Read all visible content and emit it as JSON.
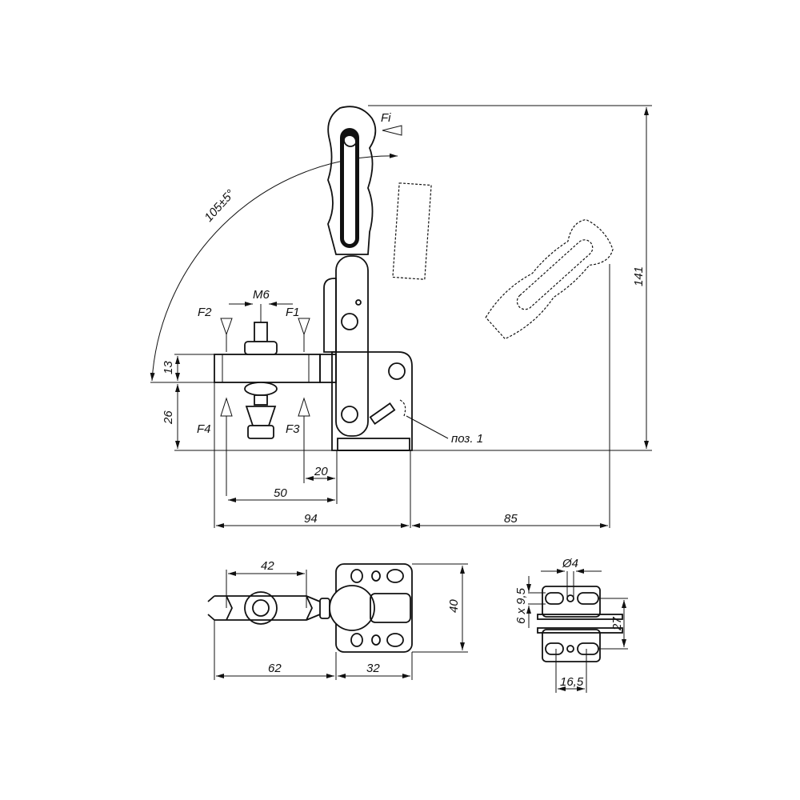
{
  "labels": {
    "force_input": "Fi",
    "angle": "105±5°",
    "thread": "M6",
    "f1": "F1",
    "f2": "F2",
    "f3": "F3",
    "f4": "F4",
    "pos": "поз. 1"
  },
  "dimensions": {
    "d13": "13",
    "d26": "26",
    "d141": "141",
    "d20": "20",
    "d50": "50",
    "d94": "94",
    "d85": "85",
    "d42": "42",
    "d40": "40",
    "d62": "62",
    "d32": "32",
    "hole_dia": "Ø4",
    "slot": "6 x 9,5",
    "d27": "27",
    "d16_5": "16,5"
  }
}
